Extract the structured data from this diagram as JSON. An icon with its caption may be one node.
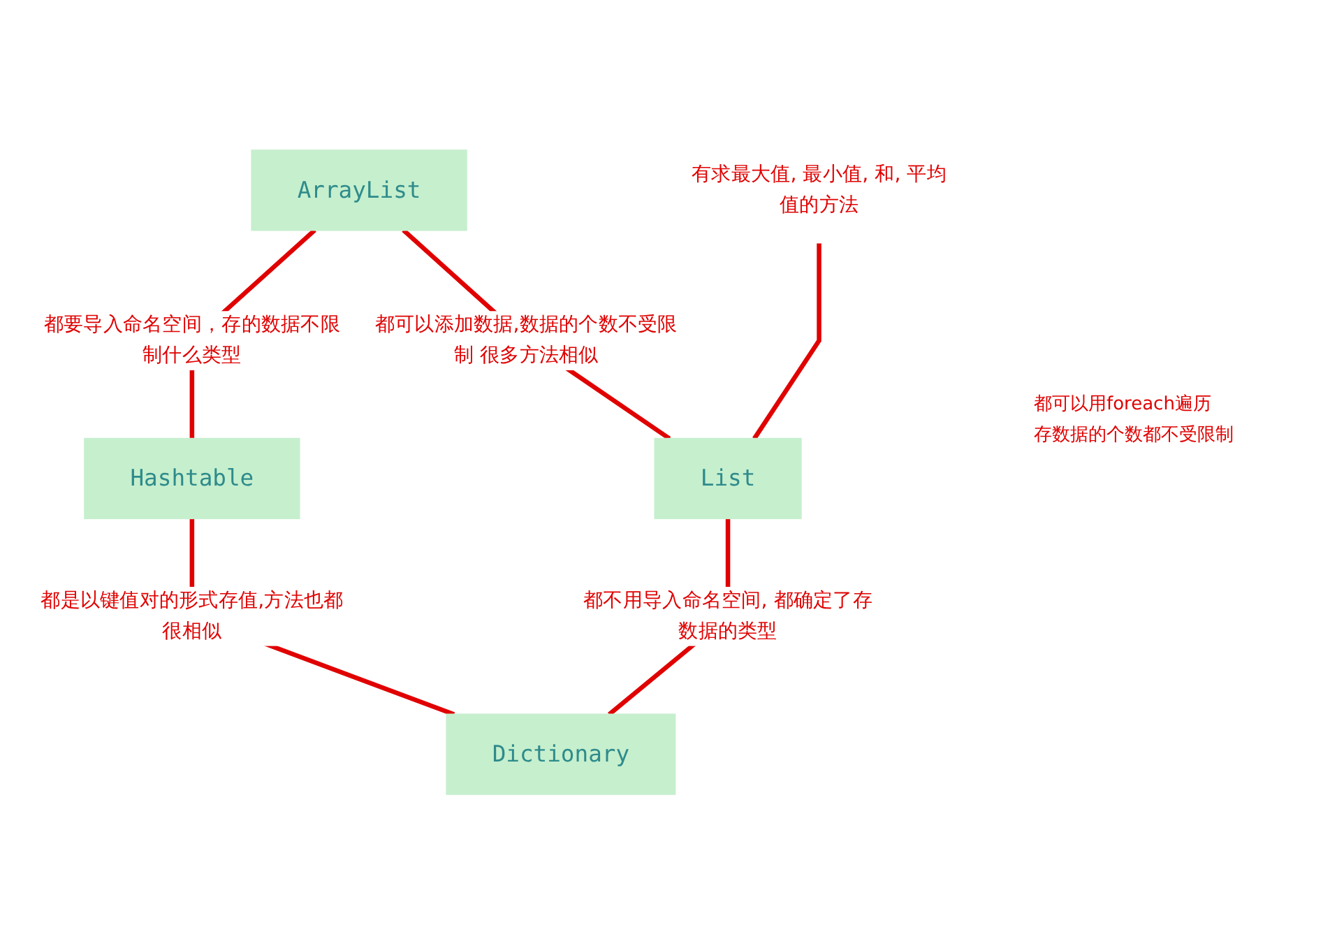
{
  "diagram": {
    "nodes": [
      {
        "text": [
          "ArrayList"
        ]
      },
      {
        "text": [
          "Hashtable"
        ]
      },
      {
        "text": [
          "List"
        ]
      },
      {
        "text": [
          "Dictionary"
        ]
      },
      {
        "text": [
          "有求最大值, 最小值, 和, 平均值的方法"
        ]
      }
    ],
    "edges": [
      {
        "from": 0,
        "to": 2,
        "arrow": "none",
        "label": "都可以添加数据,数据的个数不受限制 很多方法相似"
      },
      {
        "from": 0,
        "to": 1,
        "arrow": "none",
        "label": "都要导入命名空间，存的数据不限制什么类型"
      },
      {
        "from": 1,
        "to": 3,
        "arrow": "none",
        "label": "都是以键值对的形式存值,方法也都很相似"
      },
      {
        "from": 2,
        "to": 3,
        "arrow": "none",
        "label": "都不用导入命名空间, 都确定了存数据的类型"
      },
      {
        "from": 4,
        "to": 2,
        "arrow": "none"
      }
    ],
    "labels": [
      "都可以用foreach遍历",
      "存数据的个数都不受限制"
    ]
  }
}
